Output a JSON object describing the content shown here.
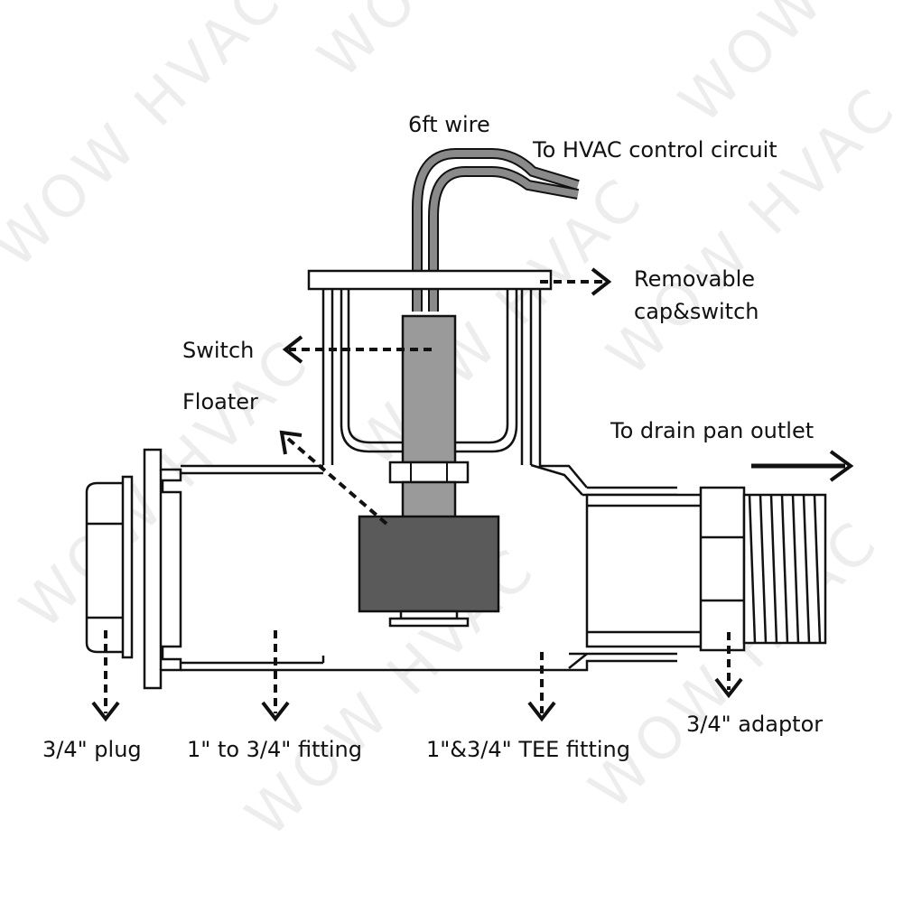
{
  "watermark": "WOW HVAC",
  "labels": {
    "wire": "6ft wire",
    "hvac": "To HVAC control circuit",
    "cap_line1": "Removable",
    "cap_line2": "cap&switch",
    "switch": "Switch",
    "floater": "Floater",
    "drain": "To drain pan outlet",
    "plug": "3/4\" plug",
    "fitting": "1\" to 3/4\" fitting",
    "tee": "1\"&3/4\" TEE fitting",
    "adaptor": "3/4\" adaptor"
  },
  "colors": {
    "wire": "#8a8a8a",
    "switch_body": "#9a9a9a",
    "floater": "#5a5a5a",
    "line": "#111111"
  }
}
